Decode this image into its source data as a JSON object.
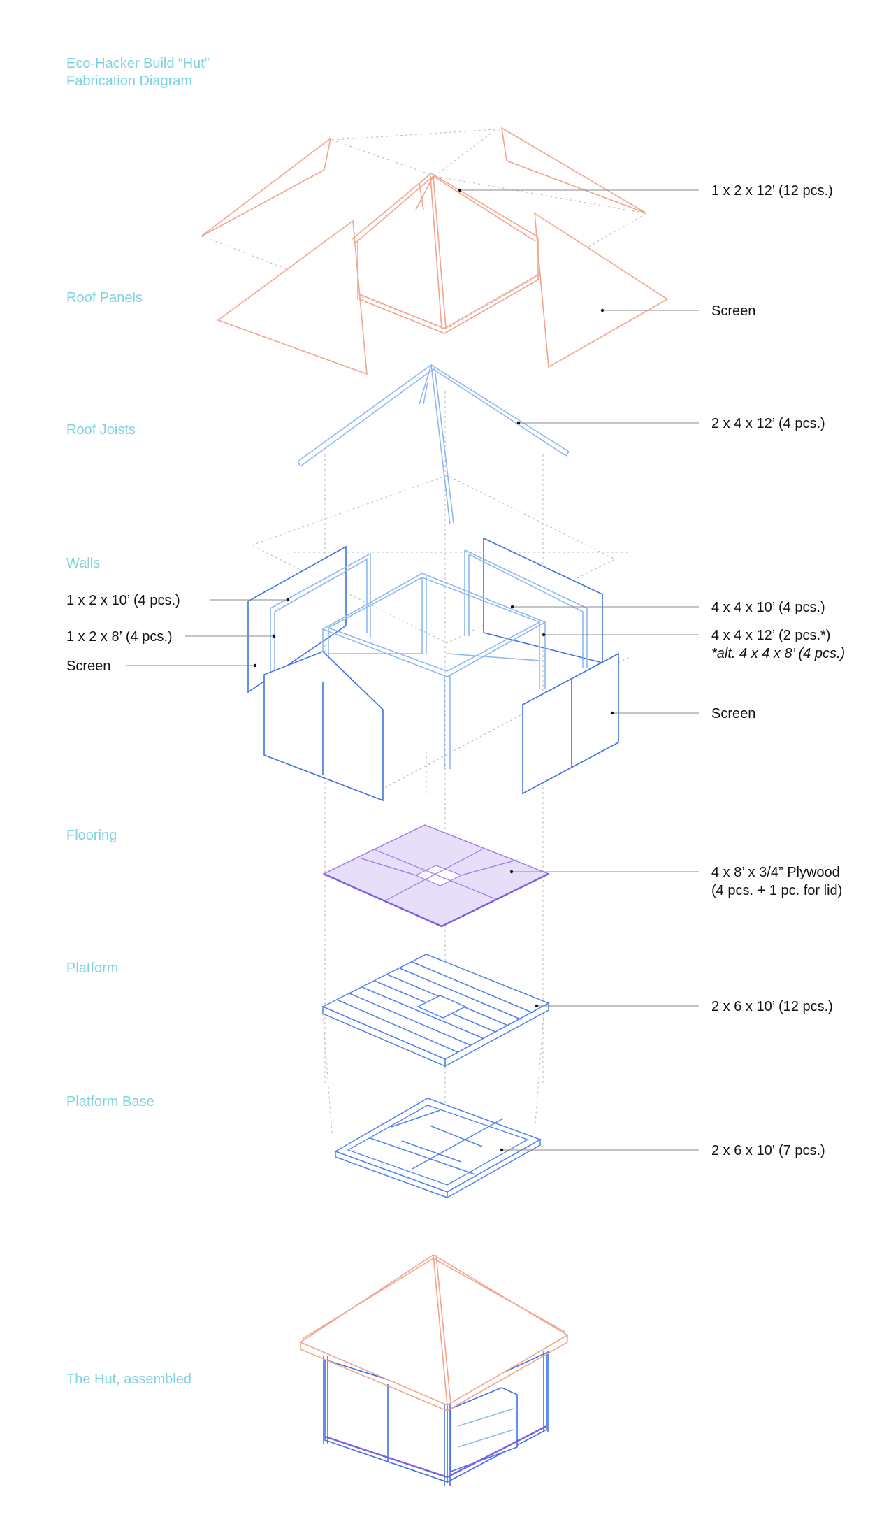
{
  "title": {
    "line1": "Eco-Hacker Build “Hut”",
    "line2": "Fabrication Diagram"
  },
  "sections": {
    "roof_panels": "Roof Panels",
    "roof_joists": "Roof Joists",
    "walls": "Walls",
    "flooring": "Flooring",
    "platform": "Platform",
    "platform_base": "Platform Base",
    "assembled": "The Hut, assembled"
  },
  "callouts": {
    "roof_frame": "1 x 2 x 12’ (12 pcs.)",
    "roof_screen": "Screen",
    "joists": "2 x 4 x 12’ (4 pcs.)",
    "wall_frame_10": "1 x 2 x 10’ (4 pcs.)",
    "wall_frame_8": "1 x 2 x 8’ (4 pcs.)",
    "wall_screen_left": "Screen",
    "posts_10": "4 x 4 x 10’ (4 pcs.)",
    "posts_12": "4 x 4 x 12’ (2 pcs.*)",
    "posts_alt": "*alt. 4 x 4 x 8’ (4 pcs.)",
    "wall_screen_right": "Screen",
    "plywood_line1": "4 x 8’ x 3/4” Plywood",
    "plywood_line2": "(4 pcs. + 1 pc. for lid)",
    "platform_lumber": "2 x 6 x 10’ (12 pcs.)",
    "base_lumber": "2 x 6 x 10’ (7 pcs.)"
  },
  "colors": {
    "label_cyan": "#7ed3df",
    "roof_salmon": "#f2a58e",
    "structure_blue": "#3f73e6",
    "light_blue": "#8fb8f2",
    "floor_purple": "#9b7ae6",
    "floor_fill": "#e7defa"
  }
}
